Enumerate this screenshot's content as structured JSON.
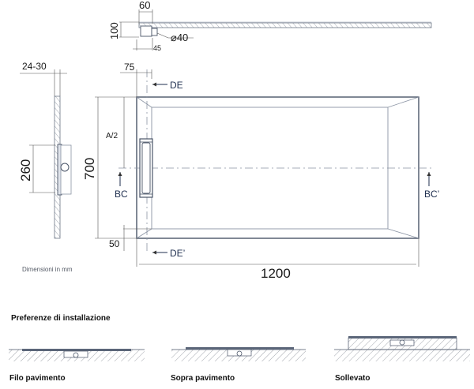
{
  "top_view": {
    "dim_width": "60",
    "dim_height": "100",
    "dim_offset": "45",
    "dim_diameter": "⌀40"
  },
  "side_view": {
    "dim_thickness": "24-30",
    "dim_drain_height": "260"
  },
  "plan_view": {
    "dim_edge": "75",
    "dim_depth": "700",
    "dim_half": "A/2",
    "dim_bottom": "50",
    "dim_length": "1200",
    "label_de": "DE",
    "label_de_prime": "DE’",
    "label_bc": "BC",
    "label_bc_prime": "BC’"
  },
  "note": "Dimensioni in mm",
  "installation": {
    "title": "Preferenze di installazione",
    "options": [
      {
        "label": "Filo pavimento"
      },
      {
        "label": "Sopra pavimento"
      },
      {
        "label": "Sollevato"
      }
    ]
  },
  "colors": {
    "line_dark": "#4a5568",
    "line_light": "#8a93a3",
    "accent_navy": "#1f2f4f"
  }
}
